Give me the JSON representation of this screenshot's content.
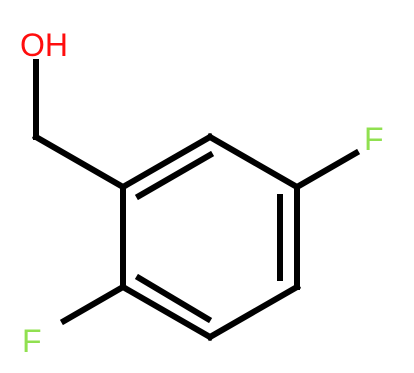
{
  "atoms": {
    "hydroxyl": {
      "label": "OH",
      "color": "#ff0d0d"
    },
    "fluorine_ring_meta": {
      "label": "F",
      "color": "#90e050"
    },
    "fluorine_ring_ortho": {
      "label": "F",
      "color": "#90e050"
    }
  },
  "bond_color": "#000000"
}
